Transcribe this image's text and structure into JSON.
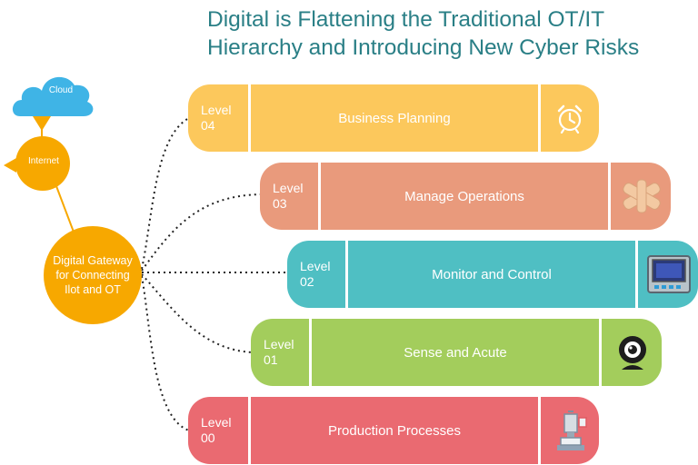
{
  "title": {
    "line1": "Digital is Flattening the Traditional OT/IT",
    "line2": "Hierarchy and Introducing New Cyber Risks"
  },
  "cloud": {
    "label": "Cloud"
  },
  "internet": {
    "label": "Internet"
  },
  "gateway": {
    "label": "Digital Gateway for Connecting Ilot and OT"
  },
  "levels": [
    {
      "level": "Level",
      "num": "04",
      "name": "Business Planning",
      "icon": "alarm-clock-icon",
      "color": "#fcc85c"
    },
    {
      "level": "Level",
      "num": "03",
      "name": "Manage Operations",
      "icon": "handshake-icon",
      "color": "#e99a7c"
    },
    {
      "level": "Level",
      "num": "02",
      "name": "Monitor and Control",
      "icon": "control-panel-icon",
      "color": "#4fbfc3"
    },
    {
      "level": "Level",
      "num": "01",
      "name": "Sense and Acute",
      "icon": "webcam-icon",
      "color": "#a3cd5c"
    },
    {
      "level": "Level",
      "num": "00",
      "name": "Production Processes",
      "icon": "machine-icon",
      "color": "#ea6a71"
    }
  ],
  "colors": {
    "title": "#2a7f86",
    "cloud": "#3fb4e6",
    "node": "#f7a800"
  }
}
